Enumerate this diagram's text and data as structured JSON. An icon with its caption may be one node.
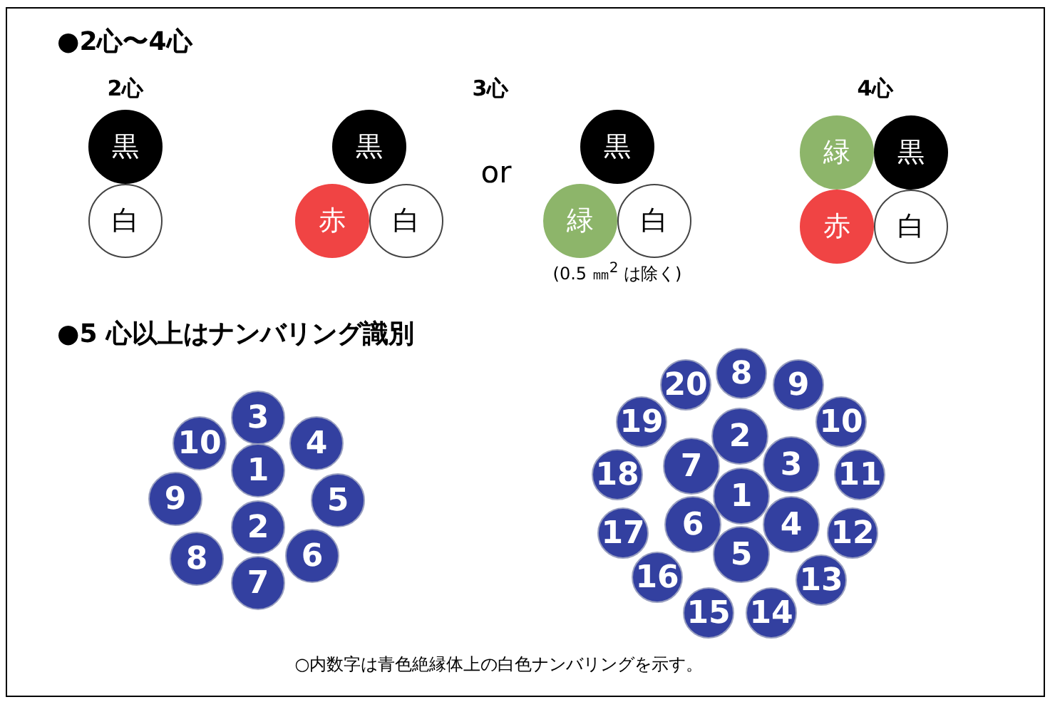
{
  "diagram": {
    "nodes": [
      {
        "text": [
          "黒"
        ]
      },
      {
        "text": [
          "白"
        ]
      },
      {
        "text": [
          "黒"
        ]
      },
      {
        "text": [
          "赤"
        ]
      },
      {
        "text": [
          "白"
        ]
      },
      {
        "text": [
          "黒"
        ]
      },
      {
        "text": [
          "緑"
        ]
      },
      {
        "text": [
          "白"
        ]
      },
      {
        "text": [
          "緑"
        ]
      },
      {
        "text": [
          "黒"
        ]
      },
      {
        "text": [
          "赤"
        ]
      },
      {
        "text": [
          "白"
        ]
      },
      {
        "text": [
          "3"
        ]
      },
      {
        "text": [
          "10"
        ]
      },
      {
        "text": [
          "4"
        ]
      },
      {
        "text": [
          "1"
        ]
      },
      {
        "text": [
          "9"
        ]
      },
      {
        "text": [
          "5"
        ]
      },
      {
        "text": [
          "2"
        ]
      },
      {
        "text": [
          "8"
        ]
      },
      {
        "text": [
          "6"
        ]
      },
      {
        "text": [
          "7"
        ]
      },
      {
        "text": [
          "8"
        ]
      },
      {
        "text": [
          "20"
        ]
      },
      {
        "text": [
          "9"
        ]
      },
      {
        "text": [
          "19"
        ]
      },
      {
        "text": [
          "10"
        ]
      },
      {
        "text": [
          "2"
        ]
      },
      {
        "text": [
          "18"
        ]
      },
      {
        "text": [
          "7"
        ]
      },
      {
        "text": [
          "3"
        ]
      },
      {
        "text": [
          "11"
        ]
      },
      {
        "text": [
          "1"
        ]
      },
      {
        "text": [
          "17"
        ]
      },
      {
        "text": [
          "6"
        ]
      },
      {
        "text": [
          "4"
        ]
      },
      {
        "text": [
          "12"
        ]
      },
      {
        "text": [
          "5"
        ]
      },
      {
        "text": [
          "16"
        ]
      },
      {
        "text": [
          "13"
        ]
      },
      {
        "text": [
          "15"
        ]
      },
      {
        "text": [
          "14"
        ]
      }
    ],
    "labels": [
      "●2心〜4心",
      "2心",
      "3心",
      "or",
      "4心",
      "(0.5 ㎜$^{2}$ は除く)",
      "●5 心以上はナンバリング識別",
      "○内数字は青色絶縁体上の白色ナンバリングを示す。"
    ]
  }
}
